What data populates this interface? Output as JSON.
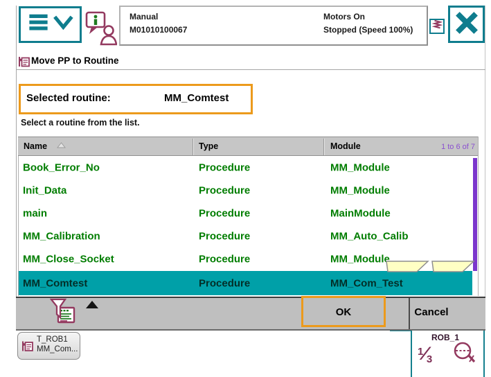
{
  "colors": {
    "accent_teal": "#0f7d8e",
    "selection_teal": "#00a0a8",
    "icon_maroon": "#93395f",
    "row_green": "#007d00",
    "range_purple": "#8a4fd0",
    "scrollbar_purple": "#7b36cc",
    "annotation_orange": "#ec9a1c",
    "bar_gray": "#bfbfbf",
    "header_gray": "#c6c6c6"
  },
  "topbar": {
    "mode": "Manual",
    "system_id": "M01010100067",
    "motors_state": "Motors On",
    "run_state": "Stopped (Speed 100%)"
  },
  "title_bar": {
    "title": "Move PP to Routine"
  },
  "selection_banner": {
    "label": "Selected routine:",
    "value": "MM_Comtest"
  },
  "instruction": "Select a routine from the list.",
  "table": {
    "columns": {
      "name": "Name",
      "type": "Type",
      "module": "Module"
    },
    "range_label": "1 to 6 of 7",
    "selected_row_index": 5,
    "rows": [
      {
        "name": "Book_Error_No",
        "type": "Procedure",
        "module": "MM_Module"
      },
      {
        "name": "Init_Data",
        "type": "Procedure",
        "module": "MM_Module"
      },
      {
        "name": "main",
        "type": "Procedure",
        "module": "MainModule"
      },
      {
        "name": "MM_Calibration",
        "type": "Procedure",
        "module": "MM_Auto_Calib"
      },
      {
        "name": "MM_Close_Socket",
        "type": "Procedure",
        "module": "MM_Module"
      },
      {
        "name": "MM_Comtest",
        "type": "Procedure",
        "module": "MM_Com_Test"
      }
    ]
  },
  "footer": {
    "ok_label": "OK",
    "cancel_label": "Cancel"
  },
  "taskbar": {
    "task_button": {
      "line1": "T_ROB1",
      "line2": "MM_Com..."
    },
    "quickset": {
      "unit": "ROB_1",
      "fraction_numerator": "1",
      "fraction_slash": "⁄",
      "fraction_denominator": "3"
    }
  },
  "icons": {
    "menu-icon": "hamburger-with-chevron-down",
    "operator-window-icon": "speech-bubble-info-person",
    "hold-to-run-icon": "spring-zigzag",
    "close-icon": "teal-x",
    "program-pointer-icon": "page-with-flag",
    "sort-ascending-icon": "outlined-up-triangle",
    "filter-icon": "funnel-over-document",
    "expand-icon": "black-up-triangle",
    "mechanical-unit-icon": "dashed-circle-with-slash",
    "scroll-indicator": "yellow-trapezoids"
  }
}
